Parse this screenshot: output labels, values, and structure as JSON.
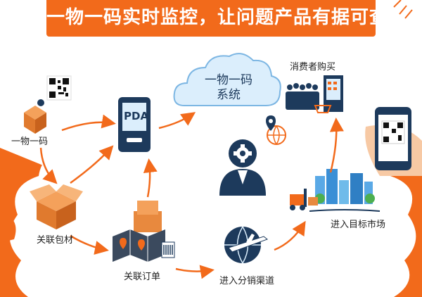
{
  "title": "一物一码实时监控，让问题产品有据可查",
  "pda_text": "PDA",
  "cloud_text": [
    "一物一码",
    "系统"
  ],
  "labels": {
    "one_item_one_code": "一物一码",
    "linked_packaging": "关联包材",
    "linked_order": "关联订单",
    "enter_distribution": "进入分销渠道",
    "enter_target_market": "进入目标市场",
    "consumer_purchase": "消费者购买"
  },
  "colors": {
    "orange": "#f26a1b",
    "navy": "#1d3a5c",
    "light_blue": "#dbeefc",
    "box_orange": "#e8893e"
  }
}
